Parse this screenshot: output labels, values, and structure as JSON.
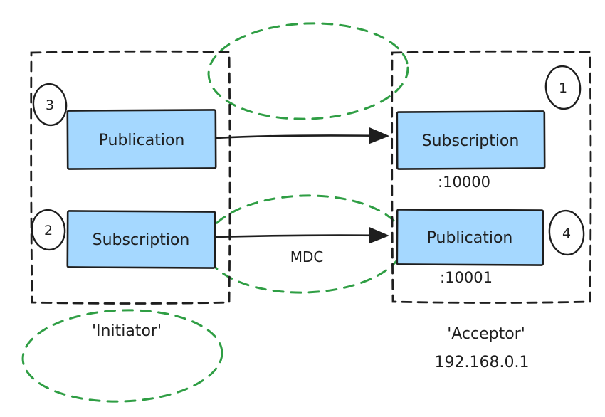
{
  "diagram": {
    "colors": {
      "stroke": "#1e1e1e",
      "box_fill": "#a5d8ff",
      "green_dashed": "#2f9e44",
      "background": "#ffffff"
    },
    "initiator": {
      "zone_label": "'Initiator'",
      "publication": {
        "label": "Publication",
        "badge": "3"
      },
      "subscription": {
        "label": "Subscription",
        "badge": "2"
      }
    },
    "acceptor": {
      "zone_label": "'Acceptor'",
      "address": "192.168.0.1",
      "subscription": {
        "label": "Subscription",
        "badge": "1",
        "port": ":10000"
      },
      "publication": {
        "label": "Publication",
        "badge": "4",
        "port": ":10001"
      }
    },
    "connections": {
      "mdc_label": "MDC"
    }
  }
}
